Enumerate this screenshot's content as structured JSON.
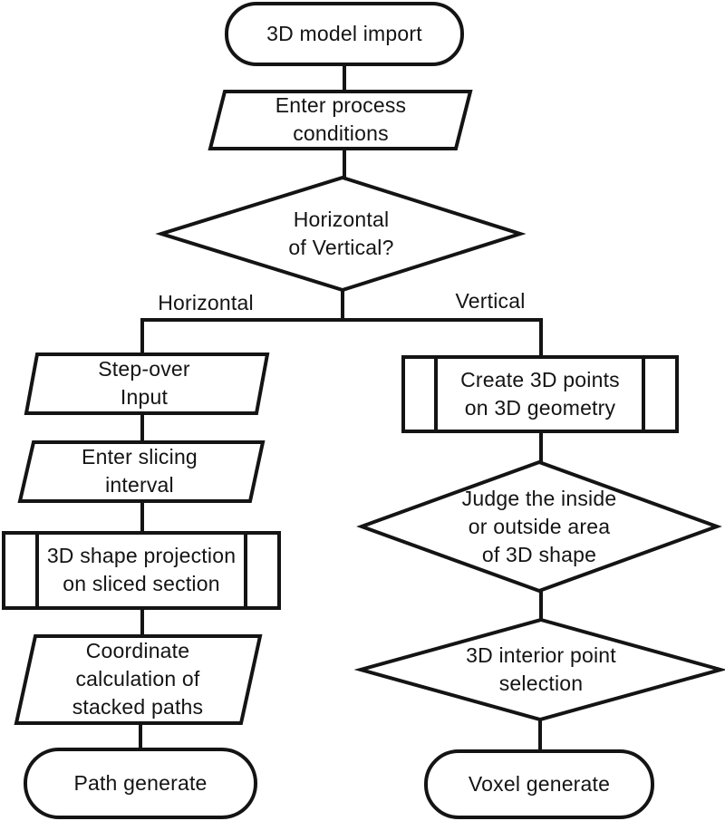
{
  "diagram": {
    "type": "flowchart",
    "background": "#ffffff",
    "stroke_color": "#141414",
    "text_color": "#141414",
    "nodes": {
      "model_import": {
        "shape": "terminator",
        "label": "3D model import"
      },
      "process_conditions": {
        "shape": "parallelogram",
        "label": "Enter process\nconditions"
      },
      "orientation_decision": {
        "shape": "diamond",
        "label": "Horizontal\nof Vertical?"
      },
      "step_over": {
        "shape": "parallelogram",
        "label": "Step-over\nInput"
      },
      "slicing_interval": {
        "shape": "parallelogram",
        "label": "Enter slicing\ninterval"
      },
      "shape_projection": {
        "shape": "predefined-process",
        "label": "3D shape projection\non sliced section"
      },
      "coordinate_calculation": {
        "shape": "parallelogram",
        "label": "Coordinate\ncalculation of\nstacked paths"
      },
      "path_generate": {
        "shape": "terminator",
        "label": "Path generate"
      },
      "create_points": {
        "shape": "predefined-process",
        "label": "Create 3D points\non 3D geometry"
      },
      "judge_area": {
        "shape": "diamond",
        "label": "Judge the inside\nor outside area\nof 3D shape"
      },
      "interior_selection": {
        "shape": "diamond",
        "label": "3D interior point\nselection"
      },
      "voxel_generate": {
        "shape": "terminator",
        "label": "Voxel generate"
      }
    },
    "branch_labels": {
      "left": "Horizontal",
      "right": "Vertical"
    }
  }
}
